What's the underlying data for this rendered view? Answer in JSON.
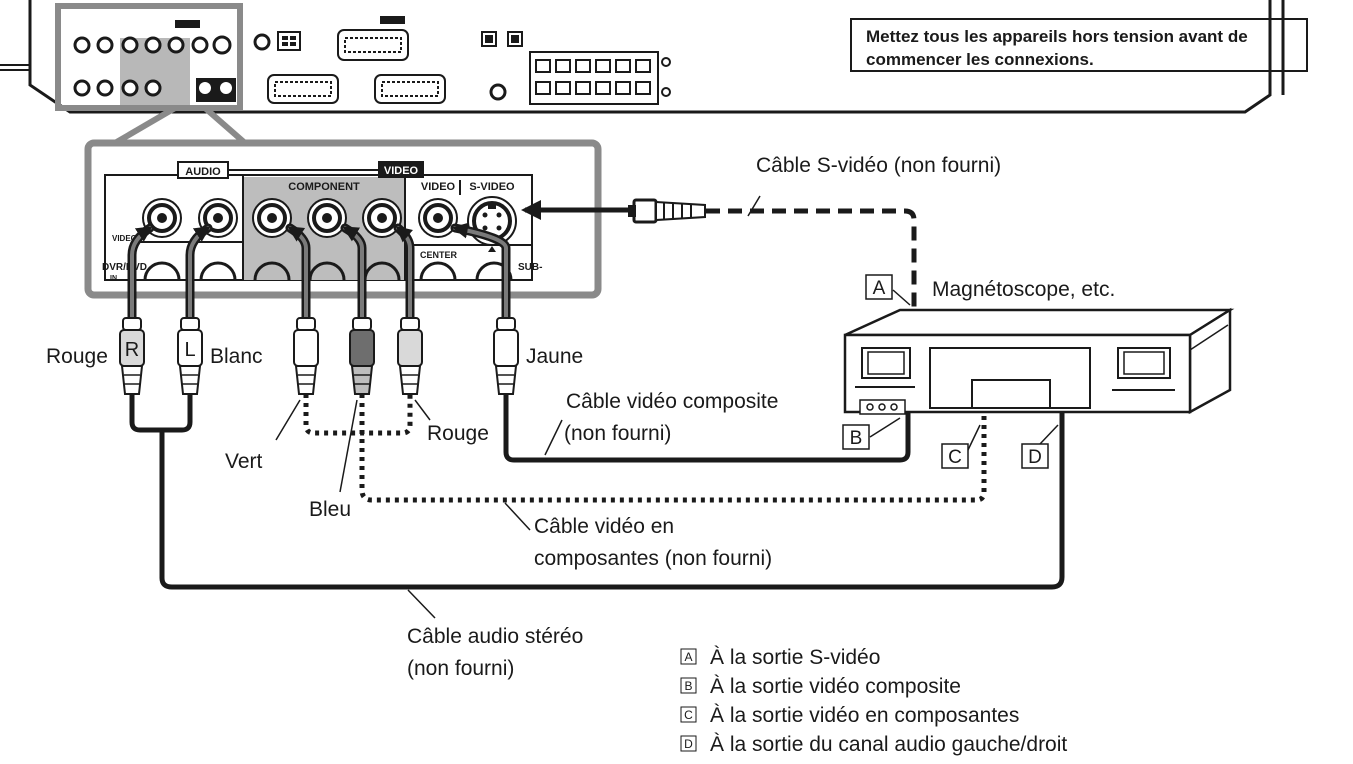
{
  "warning": "Mettez tous les appareils hors tension avant de commencer les connexions.",
  "panel": {
    "audio": "AUDIO",
    "video": "VIDEO",
    "component": "COMPONENT",
    "video_jack": "VIDEO",
    "svideo_jack": "S-VIDEO",
    "video_side": "VIDEO",
    "dvr": "DVR/DVD",
    "dvr_sub": "IN",
    "center": "CENTER",
    "sub": "SUB-"
  },
  "cables": {
    "svideo": "Câble S-vidéo (non fourni)",
    "composite_1": "Câble vidéo composite",
    "composite_2": "(non fourni)",
    "component_1": "Câble vidéo en",
    "component_2": "composantes (non fourni)",
    "audio_1": "Câble audio stéréo",
    "audio_2": "(non fourni)"
  },
  "device": "Magnétoscope, etc.",
  "plugs": {
    "r": "R",
    "l": "L",
    "rouge_audio": "Rouge",
    "blanc": "Blanc",
    "vert": "Vert",
    "bleu": "Bleu",
    "rouge_comp": "Rouge",
    "jaune": "Jaune"
  },
  "markers": {
    "a": "A",
    "b": "B",
    "c": "C",
    "d": "D"
  },
  "legend": [
    {
      "key": "A",
      "text": "À la sortie S-vidéo"
    },
    {
      "key": "B",
      "text": "À la sortie vidéo composite"
    },
    {
      "key": "C",
      "text": "À la sortie vidéo en composantes"
    },
    {
      "key": "D",
      "text": "À la sortie du canal audio gauche/droit"
    }
  ]
}
